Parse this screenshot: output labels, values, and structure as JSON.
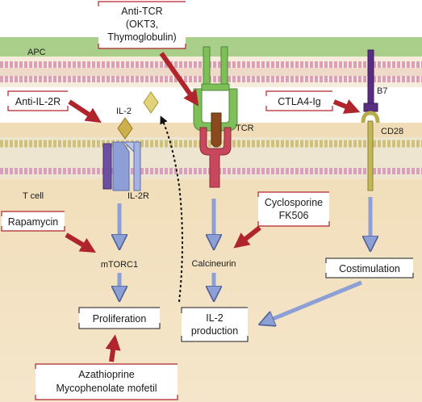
{
  "regions": {
    "apc": "APC",
    "t_cell": "T cell"
  },
  "drugs": {
    "anti_tcr": [
      "Anti-TCR",
      "(OKT3,",
      "Thymoglobulin)"
    ],
    "anti_il2r": "Anti-IL-2R",
    "ctla4_ig": "CTLA4-Ig",
    "rapamycin": "Rapamycin",
    "cyclosporine": [
      "Cyclosporine",
      "FK506"
    ],
    "azathioprine": [
      "Azathioprine",
      "Mycophenolate mofetil"
    ]
  },
  "molecules": {
    "il2": "IL-2",
    "il2r": "IL-2R",
    "tcr": "TCR",
    "b7": "B7",
    "cd28": "CD28"
  },
  "pathway": {
    "mtorc1": "mTORC1",
    "calcineurin": "Calcineurin",
    "costimulation": "Costimulation",
    "proliferation": "Proliferation",
    "il2_production": [
      "IL-2",
      "production"
    ]
  },
  "colors": {
    "apc_band": "#a9cf8a",
    "t_cell": "#f3e2c2",
    "drug_arrow": "#b0242c",
    "signal_arrow": "#7f93cc",
    "tcr_green": "#7fbf5a",
    "tcr_red": "#c8475c",
    "il2r_purple": "#6b4fa0",
    "b7_purple": "#5a2d82",
    "il2_gold": "#cdb04a"
  }
}
